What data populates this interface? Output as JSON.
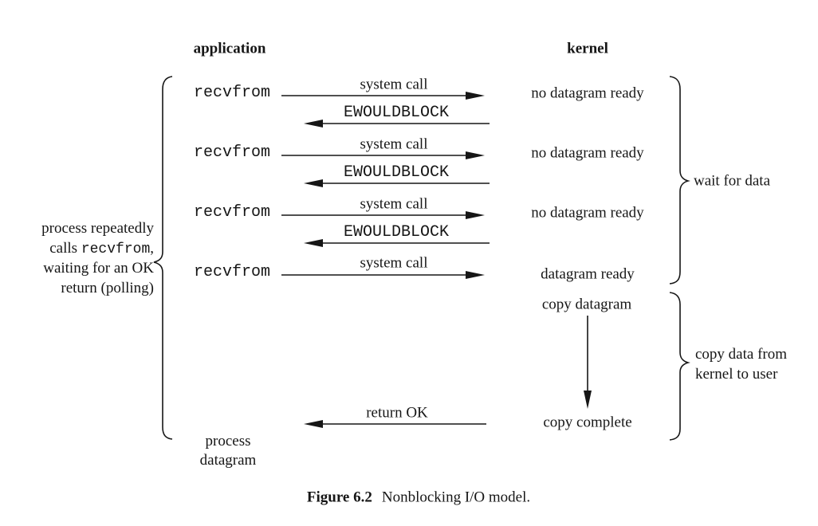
{
  "headers": {
    "application": "application",
    "kernel": "kernel"
  },
  "polling_annotation": {
    "line1": "process repeatedly",
    "line2_prefix": "calls ",
    "line2_code": "recvfrom",
    "line2_suffix": ",",
    "line3": "waiting for an OK",
    "line4": "return (polling)"
  },
  "calls": [
    {
      "app": "recvfrom",
      "request": "system call",
      "response": "EWOULDBLOCK",
      "kernel_state": "no datagram ready"
    },
    {
      "app": "recvfrom",
      "request": "system call",
      "response": "EWOULDBLOCK",
      "kernel_state": "no datagram ready"
    },
    {
      "app": "recvfrom",
      "request": "system call",
      "response": "EWOULDBLOCK",
      "kernel_state": "no datagram ready"
    },
    {
      "app": "recvfrom",
      "request": "system call",
      "kernel_state": "datagram ready"
    }
  ],
  "copy_phase": {
    "action": "copy datagram",
    "complete": "copy complete",
    "return_label": "return OK"
  },
  "process_result": {
    "line1": "process",
    "line2": "datagram"
  },
  "brace_labels": {
    "wait": "wait for data",
    "copy_line1": "copy data from",
    "copy_line2": "kernel to user"
  },
  "caption": {
    "label": "Figure 6.2",
    "text": "Nonblocking I/O model."
  },
  "colors": {
    "ink": "#161616",
    "background": "#ffffff"
  }
}
